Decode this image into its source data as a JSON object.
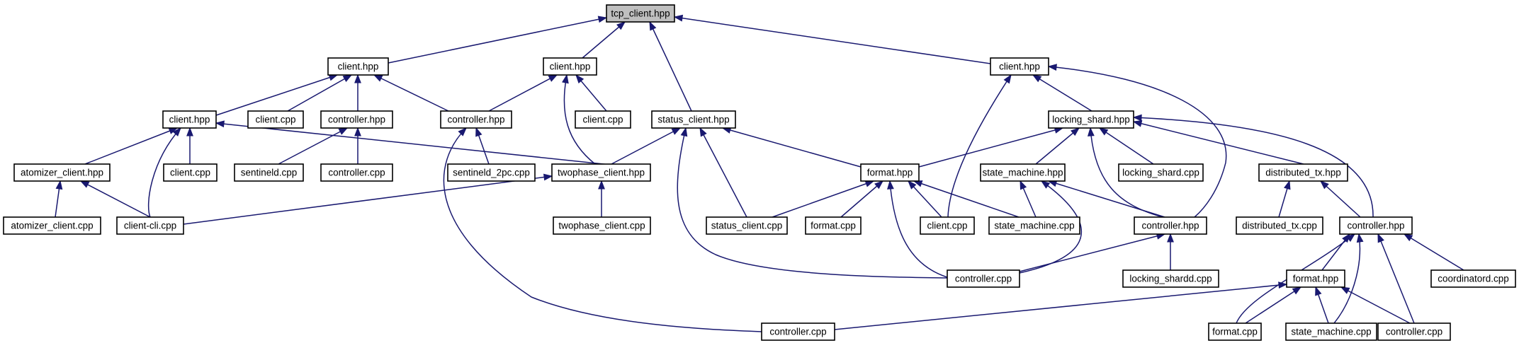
{
  "diagram": {
    "root": "tcp_client.hpp",
    "colors": {
      "root_fill": "#bfbfbf",
      "node_fill": "#ffffff",
      "border": "#000000",
      "edge": "#191970"
    },
    "nodes": [
      {
        "id": "n0",
        "label": "tcp_client.hpp",
        "root": true
      },
      {
        "id": "n1",
        "label": "client.hpp"
      },
      {
        "id": "n2",
        "label": "client.hpp"
      },
      {
        "id": "n3",
        "label": "status_client.hpp"
      },
      {
        "id": "n4",
        "label": "client.hpp"
      },
      {
        "id": "n5",
        "label": "client.hpp"
      },
      {
        "id": "n6",
        "label": "client.cpp"
      },
      {
        "id": "n7",
        "label": "controller.hpp"
      },
      {
        "id": "n8",
        "label": "controller.hpp"
      },
      {
        "id": "n9",
        "label": "client.cpp"
      },
      {
        "id": "n10",
        "label": "locking_shard.hpp"
      },
      {
        "id": "n11",
        "label": "atomizer_client.hpp"
      },
      {
        "id": "n12",
        "label": "client.cpp"
      },
      {
        "id": "n13",
        "label": "sentineld.cpp"
      },
      {
        "id": "n14",
        "label": "controller.cpp"
      },
      {
        "id": "n15",
        "label": "sentineld_2pc.cpp"
      },
      {
        "id": "n16",
        "label": "twophase_client.hpp"
      },
      {
        "id": "n17",
        "label": "format.hpp"
      },
      {
        "id": "n18",
        "label": "state_machine.hpp"
      },
      {
        "id": "n19",
        "label": "locking_shard.cpp"
      },
      {
        "id": "n20",
        "label": "distributed_tx.hpp"
      },
      {
        "id": "n21",
        "label": "atomizer_client.cpp"
      },
      {
        "id": "n22",
        "label": "client-cli.cpp"
      },
      {
        "id": "n23",
        "label": "twophase_client.cpp"
      },
      {
        "id": "n24",
        "label": "status_client.cpp"
      },
      {
        "id": "n25",
        "label": "format.cpp"
      },
      {
        "id": "n26",
        "label": "client.cpp"
      },
      {
        "id": "n27",
        "label": "state_machine.cpp"
      },
      {
        "id": "n28",
        "label": "controller.hpp"
      },
      {
        "id": "n29",
        "label": "distributed_tx.cpp"
      },
      {
        "id": "n30",
        "label": "controller.hpp"
      },
      {
        "id": "n31",
        "label": "controller.cpp"
      },
      {
        "id": "n32",
        "label": "locking_shardd.cpp"
      },
      {
        "id": "n33",
        "label": "format.hpp"
      },
      {
        "id": "n34",
        "label": "coordinatord.cpp"
      },
      {
        "id": "n35",
        "label": "controller.cpp"
      },
      {
        "id": "n36",
        "label": "format.cpp"
      },
      {
        "id": "n37",
        "label": "state_machine.cpp"
      },
      {
        "id": "n38",
        "label": "controller.cpp"
      }
    ]
  }
}
